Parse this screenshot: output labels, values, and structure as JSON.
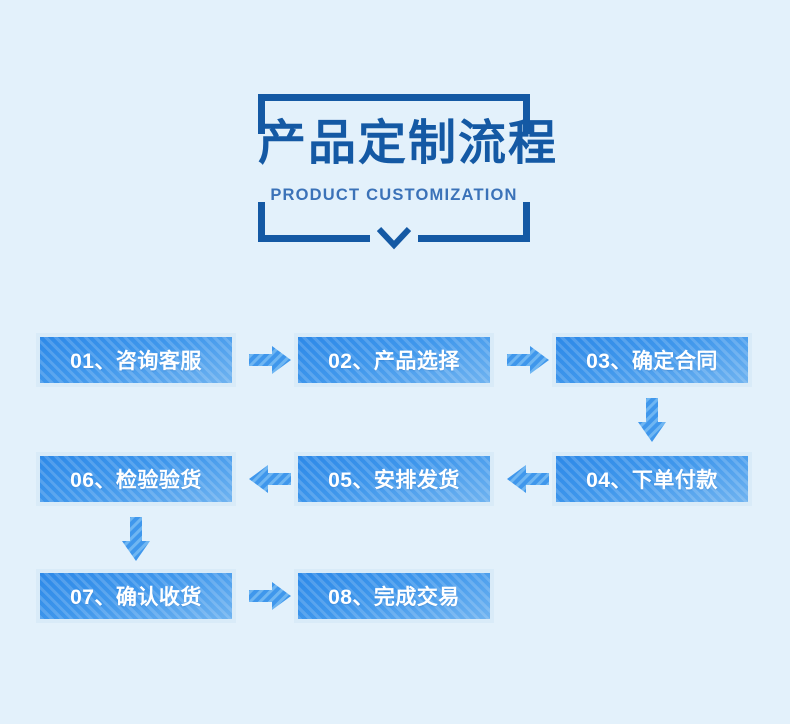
{
  "page": {
    "background_color": "#e3f1fb",
    "accent_dark": "#1459a4",
    "accent_blue": "#3f97ec"
  },
  "title": {
    "cn": "产品定制流程",
    "en": "PRODUCT CUSTOMIZATION",
    "chevron_icon": "chevron-down-icon"
  },
  "flow": {
    "steps": [
      {
        "id": "01",
        "label": "01、咨询客服"
      },
      {
        "id": "02",
        "label": "02、产品选择"
      },
      {
        "id": "03",
        "label": "03、确定合同"
      },
      {
        "id": "04",
        "label": "04、下单付款"
      },
      {
        "id": "05",
        "label": "05、安排发货"
      },
      {
        "id": "06",
        "label": "06、检验验货"
      },
      {
        "id": "07",
        "label": "07、确认收货"
      },
      {
        "id": "08",
        "label": "08、完成交易"
      }
    ],
    "connectors": [
      {
        "from": "01",
        "to": "02",
        "icon": "arrow-right-icon"
      },
      {
        "from": "02",
        "to": "03",
        "icon": "arrow-right-icon"
      },
      {
        "from": "03",
        "to": "04",
        "icon": "arrow-down-icon"
      },
      {
        "from": "04",
        "to": "05",
        "icon": "arrow-left-icon"
      },
      {
        "from": "05",
        "to": "06",
        "icon": "arrow-left-icon"
      },
      {
        "from": "06",
        "to": "07",
        "icon": "arrow-down-icon"
      },
      {
        "from": "07",
        "to": "08",
        "icon": "arrow-right-icon"
      }
    ]
  }
}
